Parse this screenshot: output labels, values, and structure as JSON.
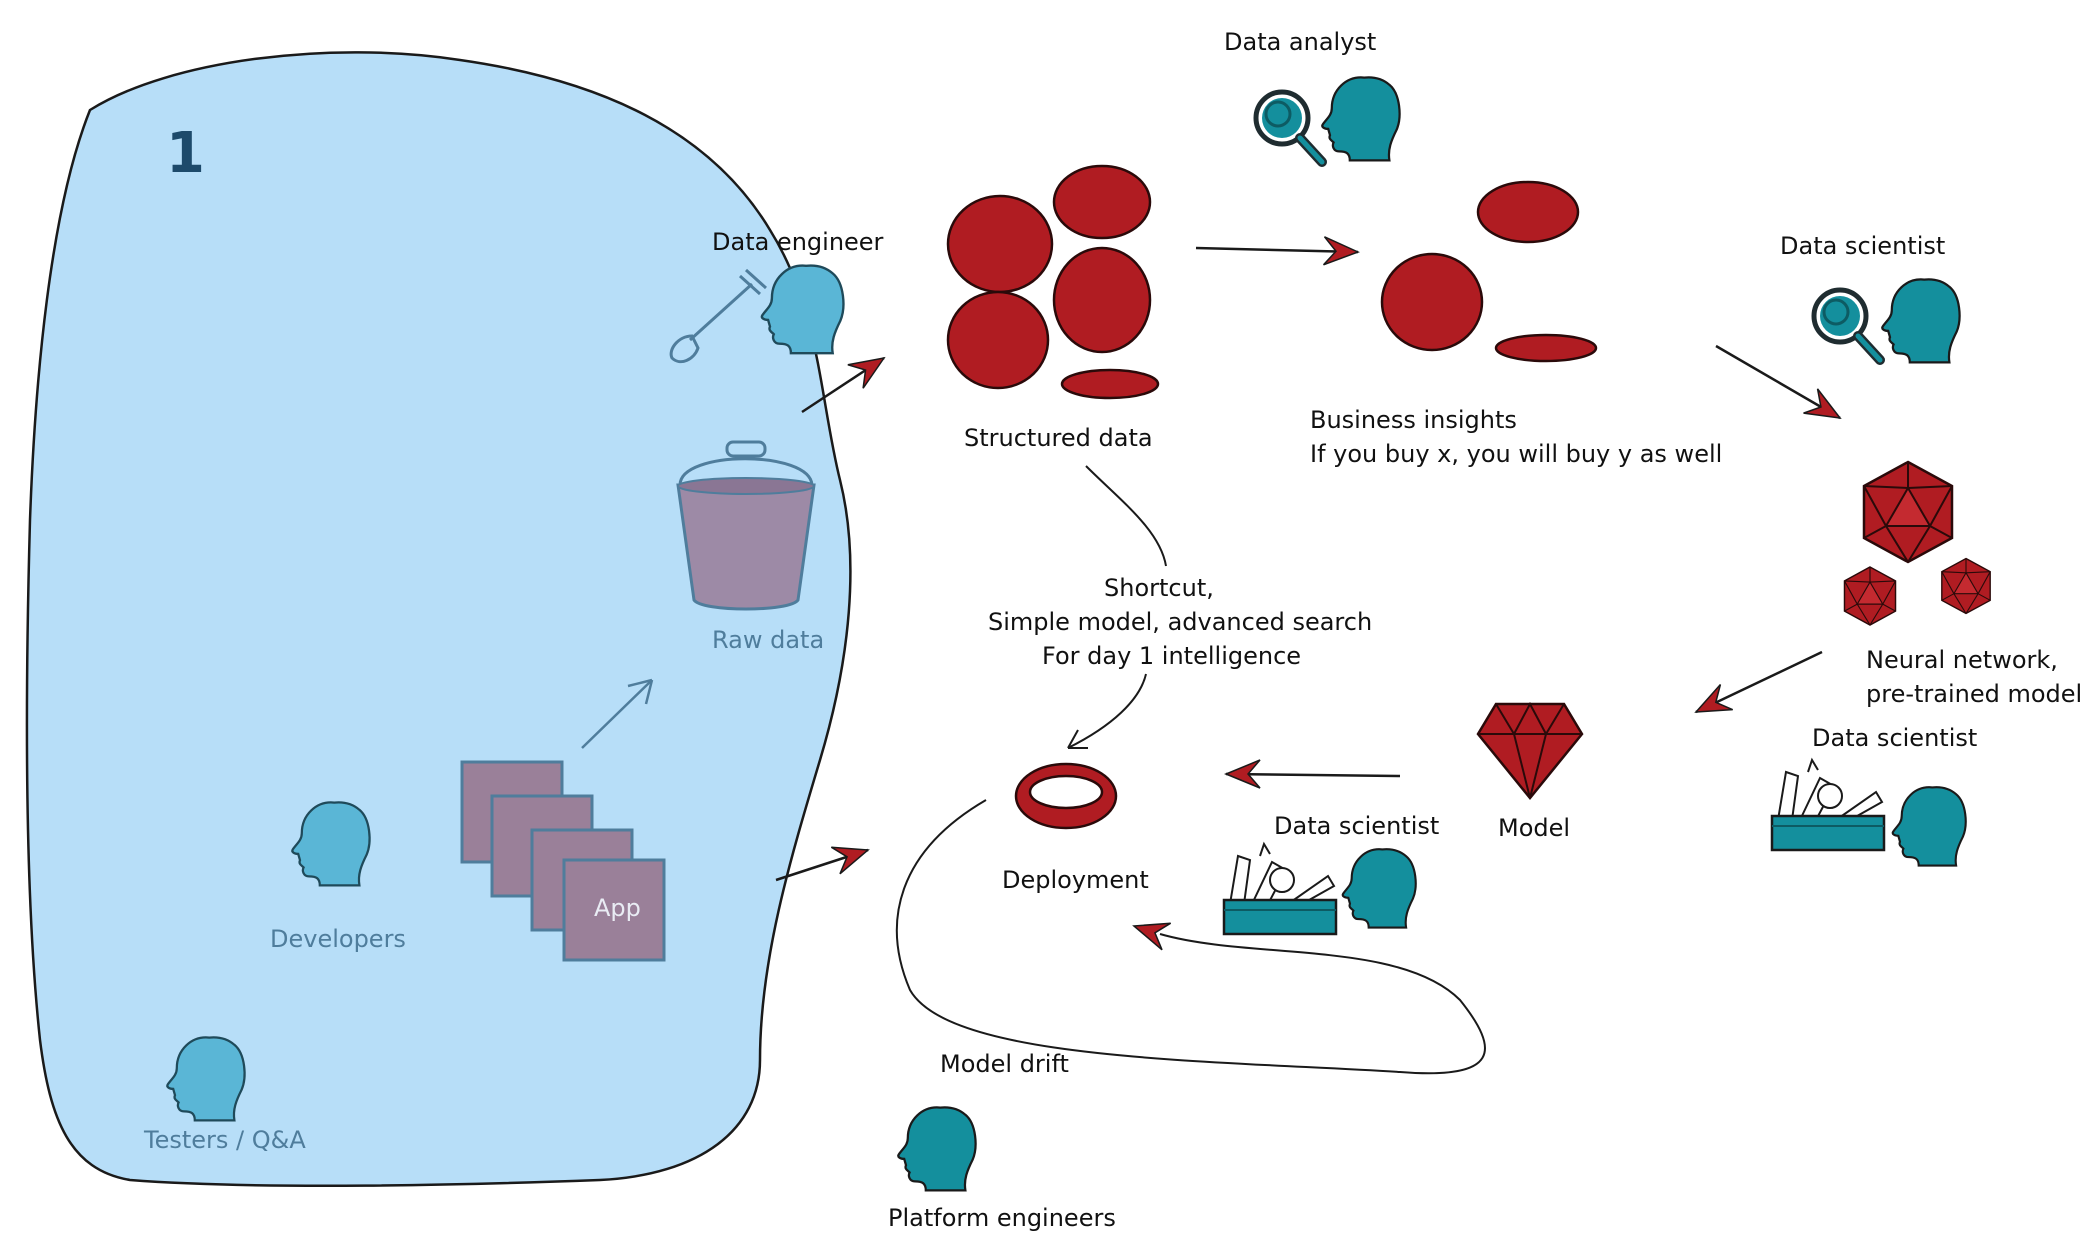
{
  "zone": {
    "number": "1"
  },
  "labels": {
    "data_engineer": "Data engineer",
    "raw_data": "Raw data",
    "developers": "Developers",
    "testers": "Testers / Q&A",
    "app": "App",
    "structured_data": "Structured data",
    "data_analyst": "Data analyst",
    "business_insights_title": "Business insights",
    "business_insights_example": "If you buy x, you will buy y as well",
    "data_scientist_top": "Data scientist",
    "neural_network_line1": "Neural network,",
    "neural_network_line2": "pre-trained model",
    "data_scientist_right": "Data scientist",
    "model": "Model",
    "data_scientist_center": "Data scientist",
    "deployment": "Deployment",
    "shortcut_line1": "Shortcut,",
    "shortcut_line2": "Simple model, advanced search",
    "shortcut_line3": "For day 1 intelligence",
    "model_drift": "Model drift",
    "platform_engineers": "Platform engineers"
  },
  "icons": [
    "shovel-icon",
    "person-head-icon",
    "bucket-icon",
    "app-stack-icon",
    "magnifier-icon",
    "blob-icon",
    "icosahedron-icon",
    "gem-icon",
    "toolbox-icon",
    "ring-icon",
    "arrow-icon"
  ],
  "colors": {
    "zone_fill": "#b7def8",
    "zone_stroke": "#1a1a1a",
    "data_red": "#b01c22",
    "teal": "#148f9d",
    "light_blue_head": "#5ab6d6",
    "bucket_purple": "#9d8aa6",
    "app_purple": "#9a8099",
    "muted_label": "#4f7d9c"
  }
}
